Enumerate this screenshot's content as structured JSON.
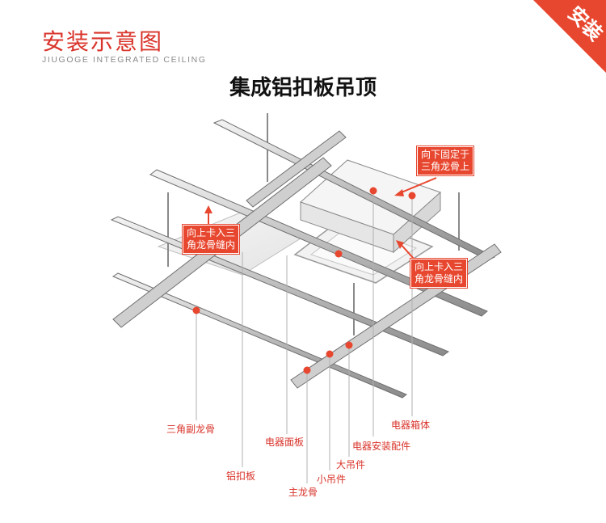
{
  "header": {
    "title": "安装示意图",
    "subtitle": "JIUGOGE INTEGRATED CEILING",
    "main_title": "集成铝扣板吊顶",
    "corner_badge": "安装"
  },
  "callouts": {
    "fix_down": [
      "向下固定于",
      "三角龙骨上"
    ],
    "clip_up_left": [
      "向上卡入三",
      "角龙骨缝内"
    ],
    "clip_up_right": [
      "向上卡入三",
      "角龙骨缝内"
    ]
  },
  "labels": {
    "triangle_sub_keel": "三角副龙骨",
    "aluminum_panel": "铝扣板",
    "appliance_panel": "电器面板",
    "main_keel": "主龙骨",
    "small_hanger": "小吊件",
    "large_hanger": "大吊件",
    "appliance_fitting": "电器安装配件",
    "appliance_box": "电器箱体"
  },
  "colors": {
    "accent": "#e8472f",
    "label_red": "#d9342b",
    "keel": "#c8c8c8",
    "keel_edge": "#7a7a7a"
  }
}
